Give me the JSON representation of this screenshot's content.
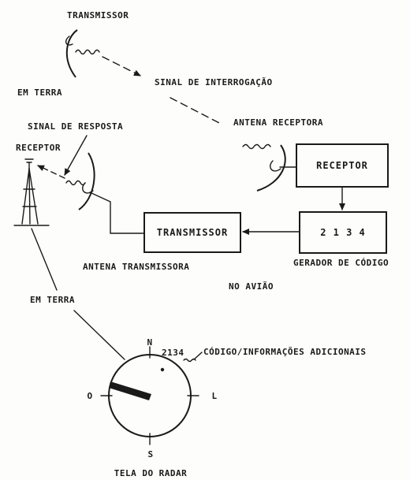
{
  "labels": {
    "transmissor_ground": "TRANSMISSOR",
    "em_terra_top": "EM TERRA",
    "sinal_interrogacao": "SINAL DE INTERROGAÇÃO",
    "antena_receptora": "ANTENA RECEPTORA",
    "sinal_resposta": "SINAL DE RESPOSTA",
    "receptor_ground": "RECEPTOR",
    "receptor_box": "RECEPTOR",
    "transmissor_box": "TRANSMISSOR",
    "code_box": "2 1 3 4",
    "gerador_codigo": "GERADOR DE CÓDIGO",
    "antena_transmissora": "ANTENA TRANSMISSORA",
    "no_aviao": "NO AVIÃO",
    "em_terra_mid": "EM TERRA",
    "codigo_info": "CÓDIGO/INFORMAÇÕES ADICIONAIS",
    "tela_radar": "TELA DO RADAR"
  },
  "radar": {
    "north": "N",
    "south": "S",
    "east": "L",
    "west": "O",
    "blip_code": "2134"
  }
}
